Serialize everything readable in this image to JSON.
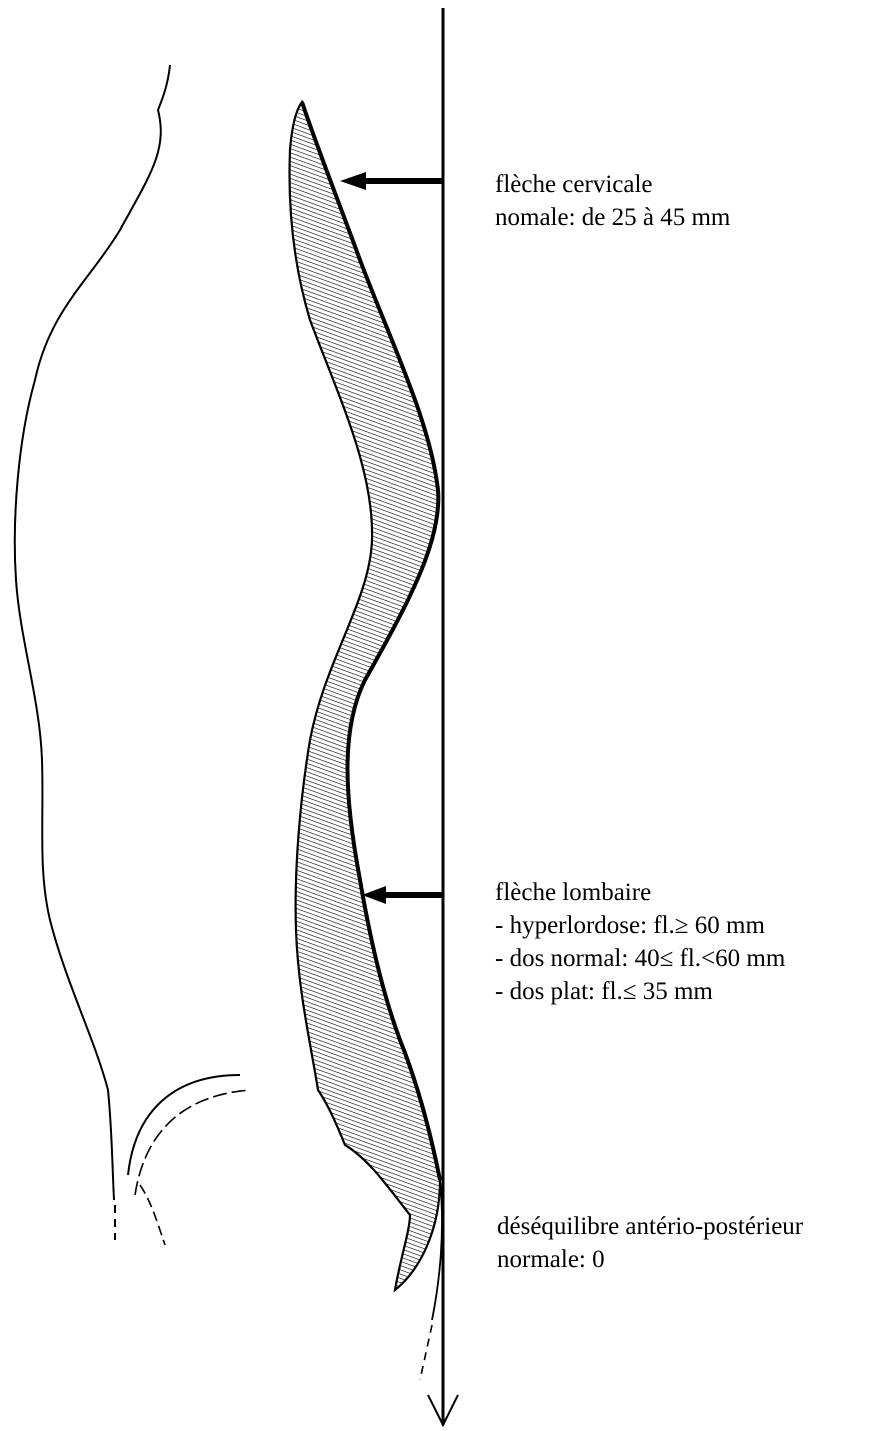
{
  "annotations": {
    "cervical": {
      "title": "flèche cervicale",
      "norm": "nomale: de 25 à 45 mm"
    },
    "lumbar": {
      "title": "flèche lombaire",
      "lines": [
        "- hyperlordose: fl.≥ 60 mm",
        "- dos normal: 40≤ fl.<60 mm",
        "- dos plat: fl.≤ 35 mm"
      ]
    },
    "balance": {
      "title": "déséquilibre antério-postérieur",
      "norm": "normale: 0"
    }
  },
  "colors": {
    "ink": "#000000",
    "background": "#ffffff"
  }
}
